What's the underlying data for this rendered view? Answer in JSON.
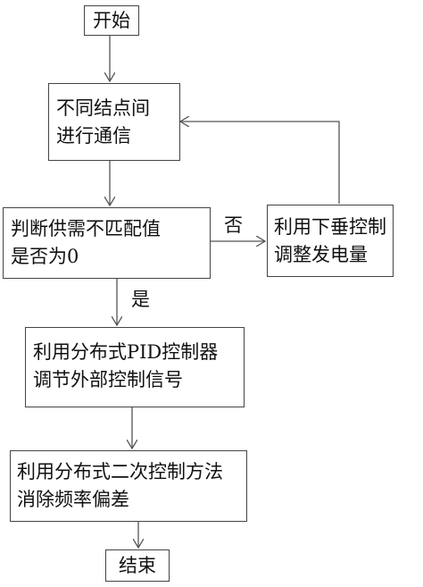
{
  "nodes": {
    "start": {
      "text": "开始"
    },
    "communicate": {
      "lines": [
        "不同结点间",
        "进行通信"
      ]
    },
    "decide": {
      "lines": [
        "判断供需不匹配值",
        "是否为0"
      ]
    },
    "droop": {
      "lines": [
        "利用下垂控制",
        "调整发电量"
      ]
    },
    "pid": {
      "lines": [
        "利用分布式PID控制器",
        "调节外部控制信号"
      ]
    },
    "secondary": {
      "lines": [
        "利用分布式二次控制方法",
        "消除频率偏差"
      ]
    },
    "end": {
      "text": "结束"
    }
  },
  "edge_labels": {
    "no": "否",
    "yes": "是"
  }
}
